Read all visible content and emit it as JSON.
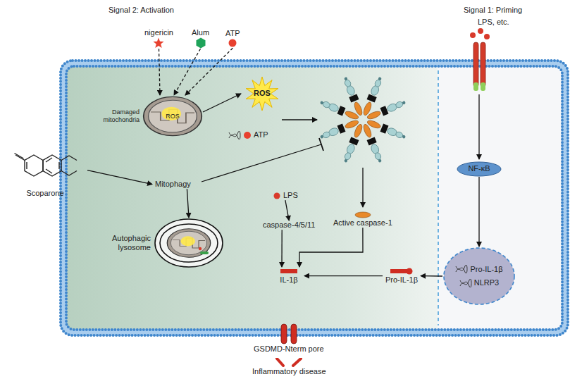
{
  "diagram": {
    "nodes": [
      {
        "text": [
          "nigericin"
        ]
      },
      {
        "text": [
          "Alum"
        ]
      },
      {
        "text": [
          "ATP"
        ]
      },
      {
        "text": [
          "Damaged mitochondria",
          "ROS"
        ]
      },
      {
        "text": [
          "ROS"
        ]
      },
      {
        "text": [
          "ATP"
        ]
      },
      {
        "text": [
          "Scoparone"
        ]
      },
      {
        "text": [
          "Mitophagy"
        ]
      },
      {
        "text": [
          "Autophagic lysosome"
        ]
      },
      {
        "text": [
          "NF-κB"
        ]
      },
      {
        "text": [
          "LPS"
        ]
      },
      {
        "text": [
          "caspase-4/5/11"
        ]
      },
      {
        "text": [
          "Active caspase-1"
        ]
      },
      {
        "text": [
          "Pro-IL-1β",
          "NLRP3"
        ]
      },
      {
        "text": [
          "Pro-IL-1β"
        ]
      },
      {
        "text": [
          "IL-1β"
        ]
      },
      {
        "text": [
          "GSDMD-Nterm pore"
        ]
      },
      {
        "text": [
          "Inflammatory disease"
        ]
      }
    ],
    "edges": [
      {
        "from": 0,
        "to": 3,
        "arrow": "to"
      },
      {
        "from": 1,
        "to": 3,
        "arrow": "to"
      },
      {
        "from": 2,
        "to": 3,
        "arrow": "to"
      },
      {
        "from": 3,
        "to": 4,
        "arrow": "to"
      },
      {
        "from": 6,
        "to": 7,
        "arrow": "to"
      },
      {
        "from": 7,
        "to": 8,
        "arrow": "to"
      },
      {
        "from": 10,
        "to": 11,
        "arrow": "to"
      },
      {
        "from": 11,
        "to": 15,
        "arrow": "to"
      },
      {
        "from": 12,
        "to": 15,
        "arrow": "to"
      },
      {
        "from": 14,
        "to": 15,
        "arrow": "to"
      },
      {
        "from": 9,
        "to": 13,
        "arrow": "to"
      },
      {
        "from": 13,
        "to": 14,
        "arrow": "to"
      }
    ],
    "labels": [
      "Signal 2: Activation",
      "Signal 1: Priming",
      "LPS, etc."
    ]
  }
}
